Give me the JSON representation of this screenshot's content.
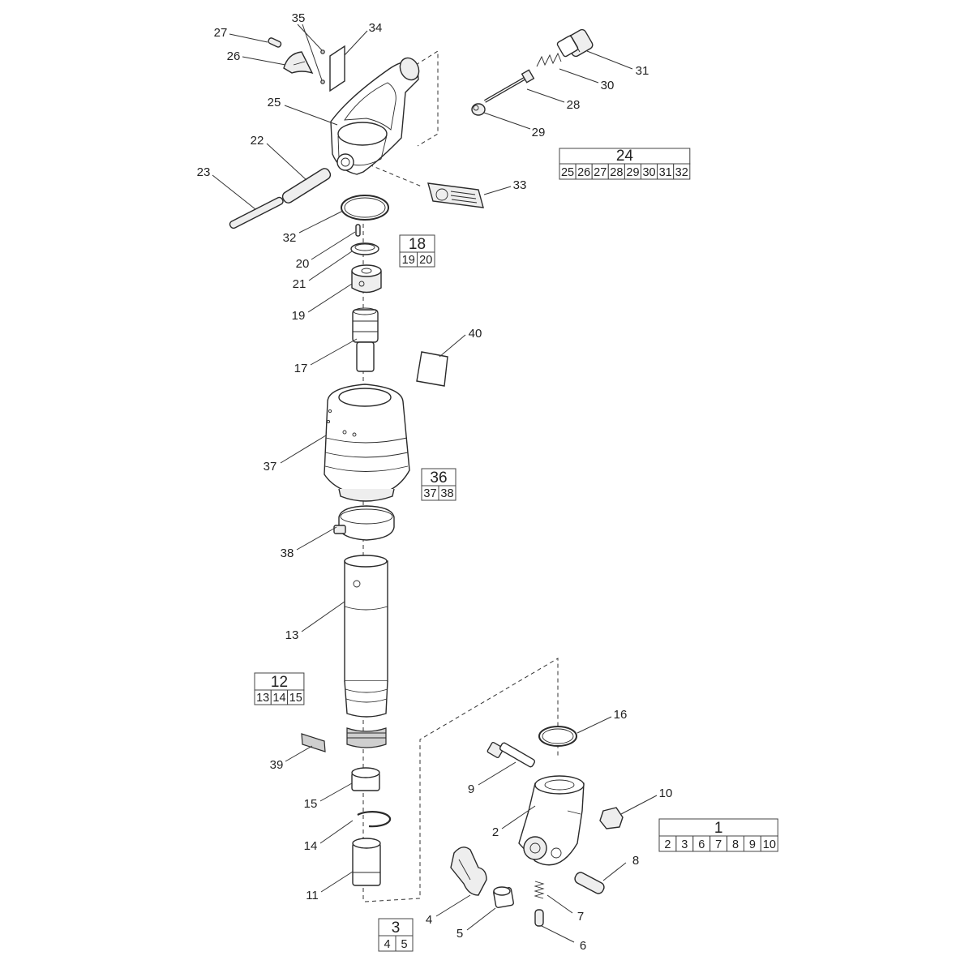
{
  "callouts": [
    {
      "id": "27",
      "text": "27"
    },
    {
      "id": "35",
      "text": "35"
    },
    {
      "id": "34",
      "text": "34"
    },
    {
      "id": "26",
      "text": "26"
    },
    {
      "id": "25",
      "text": "25"
    },
    {
      "id": "22",
      "text": "22"
    },
    {
      "id": "23",
      "text": "23"
    },
    {
      "id": "31",
      "text": "31"
    },
    {
      "id": "30",
      "text": "30"
    },
    {
      "id": "28",
      "text": "28"
    },
    {
      "id": "29",
      "text": "29"
    },
    {
      "id": "33",
      "text": "33"
    },
    {
      "id": "32",
      "text": "32"
    },
    {
      "id": "20",
      "text": "20"
    },
    {
      "id": "21",
      "text": "21"
    },
    {
      "id": "19",
      "text": "19"
    },
    {
      "id": "17",
      "text": "17"
    },
    {
      "id": "40",
      "text": "40"
    },
    {
      "id": "37",
      "text": "37"
    },
    {
      "id": "38",
      "text": "38"
    },
    {
      "id": "13",
      "text": "13"
    },
    {
      "id": "39",
      "text": "39"
    },
    {
      "id": "15",
      "text": "15"
    },
    {
      "id": "14",
      "text": "14"
    },
    {
      "id": "11",
      "text": "11"
    },
    {
      "id": "16",
      "text": "16"
    },
    {
      "id": "9",
      "text": "9"
    },
    {
      "id": "10",
      "text": "10"
    },
    {
      "id": "2",
      "text": "2"
    },
    {
      "id": "8",
      "text": "8"
    },
    {
      "id": "7",
      "text": "7"
    },
    {
      "id": "4",
      "text": "4"
    },
    {
      "id": "5",
      "text": "5"
    },
    {
      "id": "6",
      "text": "6"
    }
  ],
  "kits": [
    {
      "id": "24",
      "title": "24",
      "items": [
        "25",
        "26",
        "27",
        "28",
        "29",
        "30",
        "31",
        "32"
      ]
    },
    {
      "id": "18",
      "title": "18",
      "items": [
        "19",
        "20"
      ]
    },
    {
      "id": "36",
      "title": "36",
      "items": [
        "37",
        "38"
      ]
    },
    {
      "id": "12",
      "title": "12",
      "items": [
        "13",
        "14",
        "15"
      ]
    },
    {
      "id": "1",
      "title": "1",
      "items": [
        "2",
        "3",
        "6",
        "7",
        "8",
        "9",
        "10"
      ]
    },
    {
      "id": "3",
      "title": "3",
      "items": [
        "4",
        "5"
      ]
    }
  ]
}
